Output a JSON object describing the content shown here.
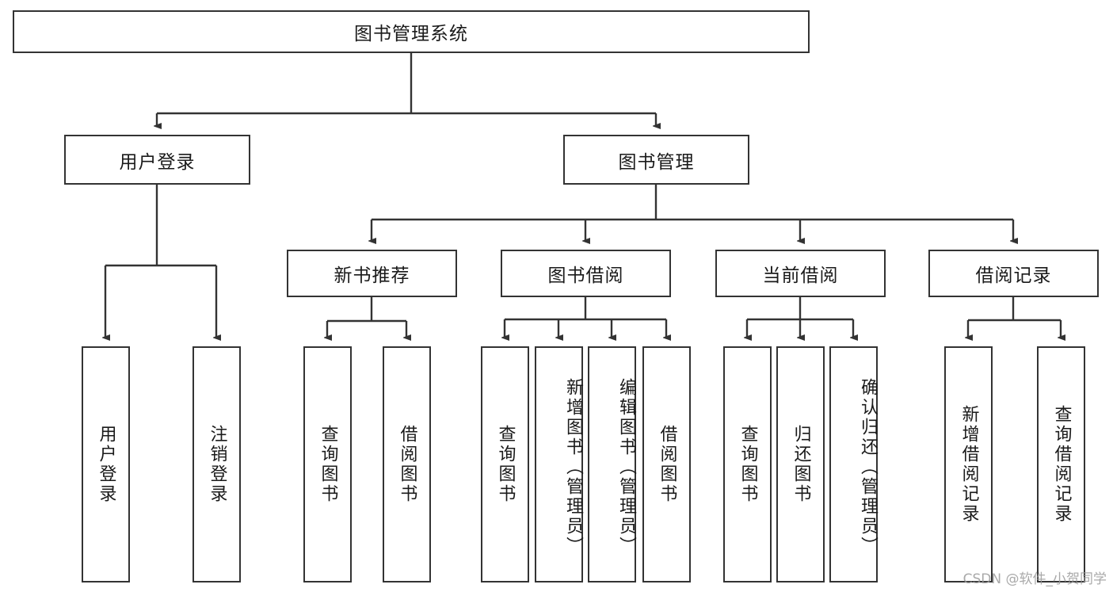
{
  "diagram": {
    "title": "图书管理系统",
    "type": "tree-hierarchy-diagram",
    "colors": {
      "box_border": "#333333",
      "box_fill": "#ffffff",
      "connector": "#333333",
      "text": "#1a1a1a",
      "watermark": "#9b9b9b",
      "background": "#ffffff"
    },
    "root": {
      "label": "图书管理系统"
    },
    "level2": [
      {
        "label": "用户登录"
      },
      {
        "label": "图书管理"
      }
    ],
    "level3": [
      {
        "label": "新书推荐"
      },
      {
        "label": "图书借阅"
      },
      {
        "label": "当前借阅"
      },
      {
        "label": "借阅记录"
      }
    ],
    "leaves": {
      "user_login": [
        {
          "label": "用户登录"
        },
        {
          "label": "注销登录"
        }
      ],
      "new_book_recommend": [
        {
          "label": "查询图书"
        },
        {
          "label": "借阅图书"
        }
      ],
      "book_borrow": [
        {
          "label": "查询图书"
        },
        {
          "label": "新增图书（管理员）"
        },
        {
          "label": "编辑图书（管理员）"
        },
        {
          "label": "借阅图书"
        }
      ],
      "current_borrow": [
        {
          "label": "查询图书"
        },
        {
          "label": "归还图书"
        },
        {
          "label": "确认归还（管理员）"
        }
      ],
      "borrow_record": [
        {
          "label": "新增借阅记录"
        },
        {
          "label": "查询借阅记录"
        }
      ]
    }
  },
  "watermark": {
    "text": "CSDN @软件_小贺同学"
  }
}
